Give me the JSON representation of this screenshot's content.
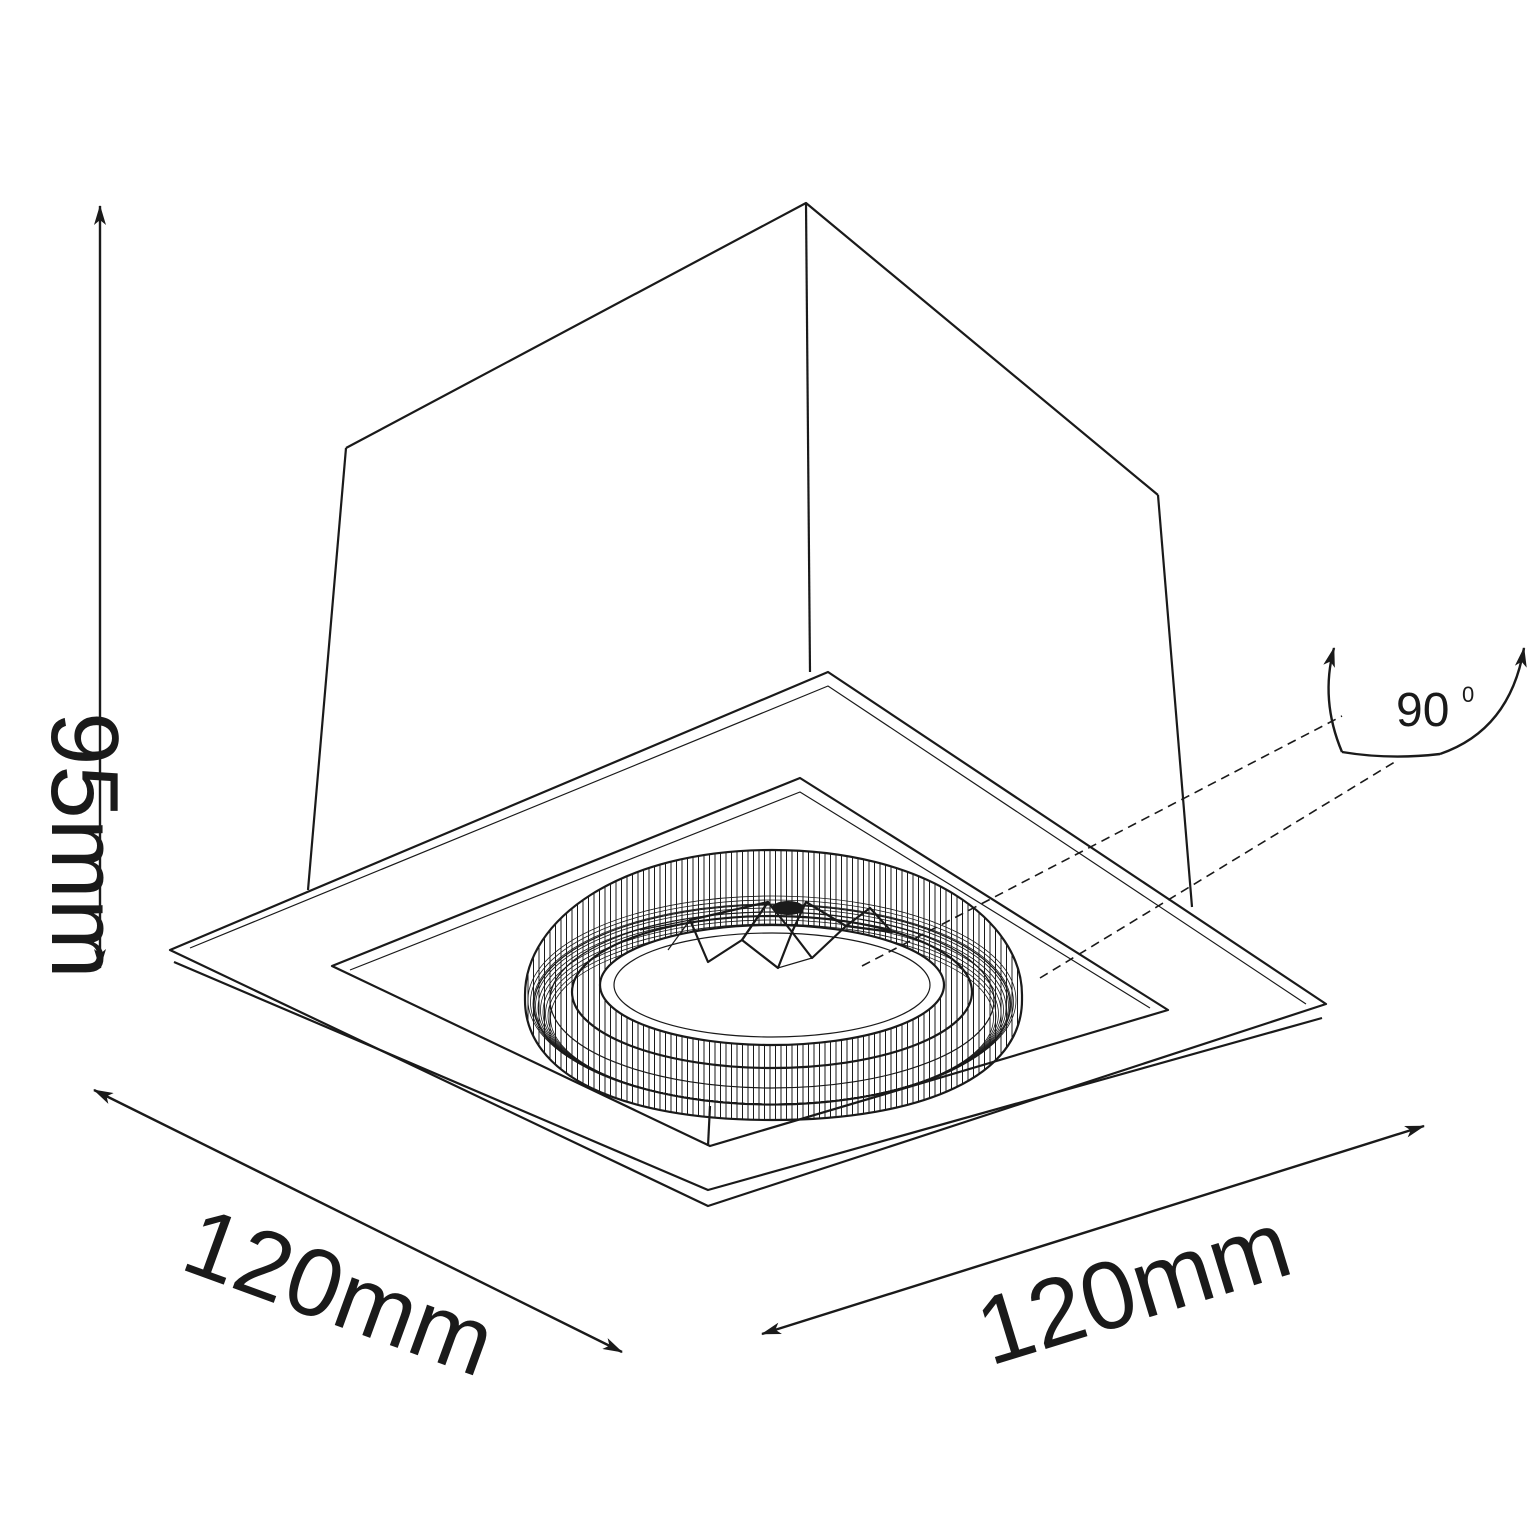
{
  "dimensions": {
    "height_label": "95mm",
    "width_left_label": "120mm",
    "width_right_label": "120mm"
  },
  "tilt": {
    "angle_value": "90",
    "angle_degree_mark": "0"
  },
  "colors": {
    "ink": "#1a1a1a",
    "background": "#ffffff"
  }
}
